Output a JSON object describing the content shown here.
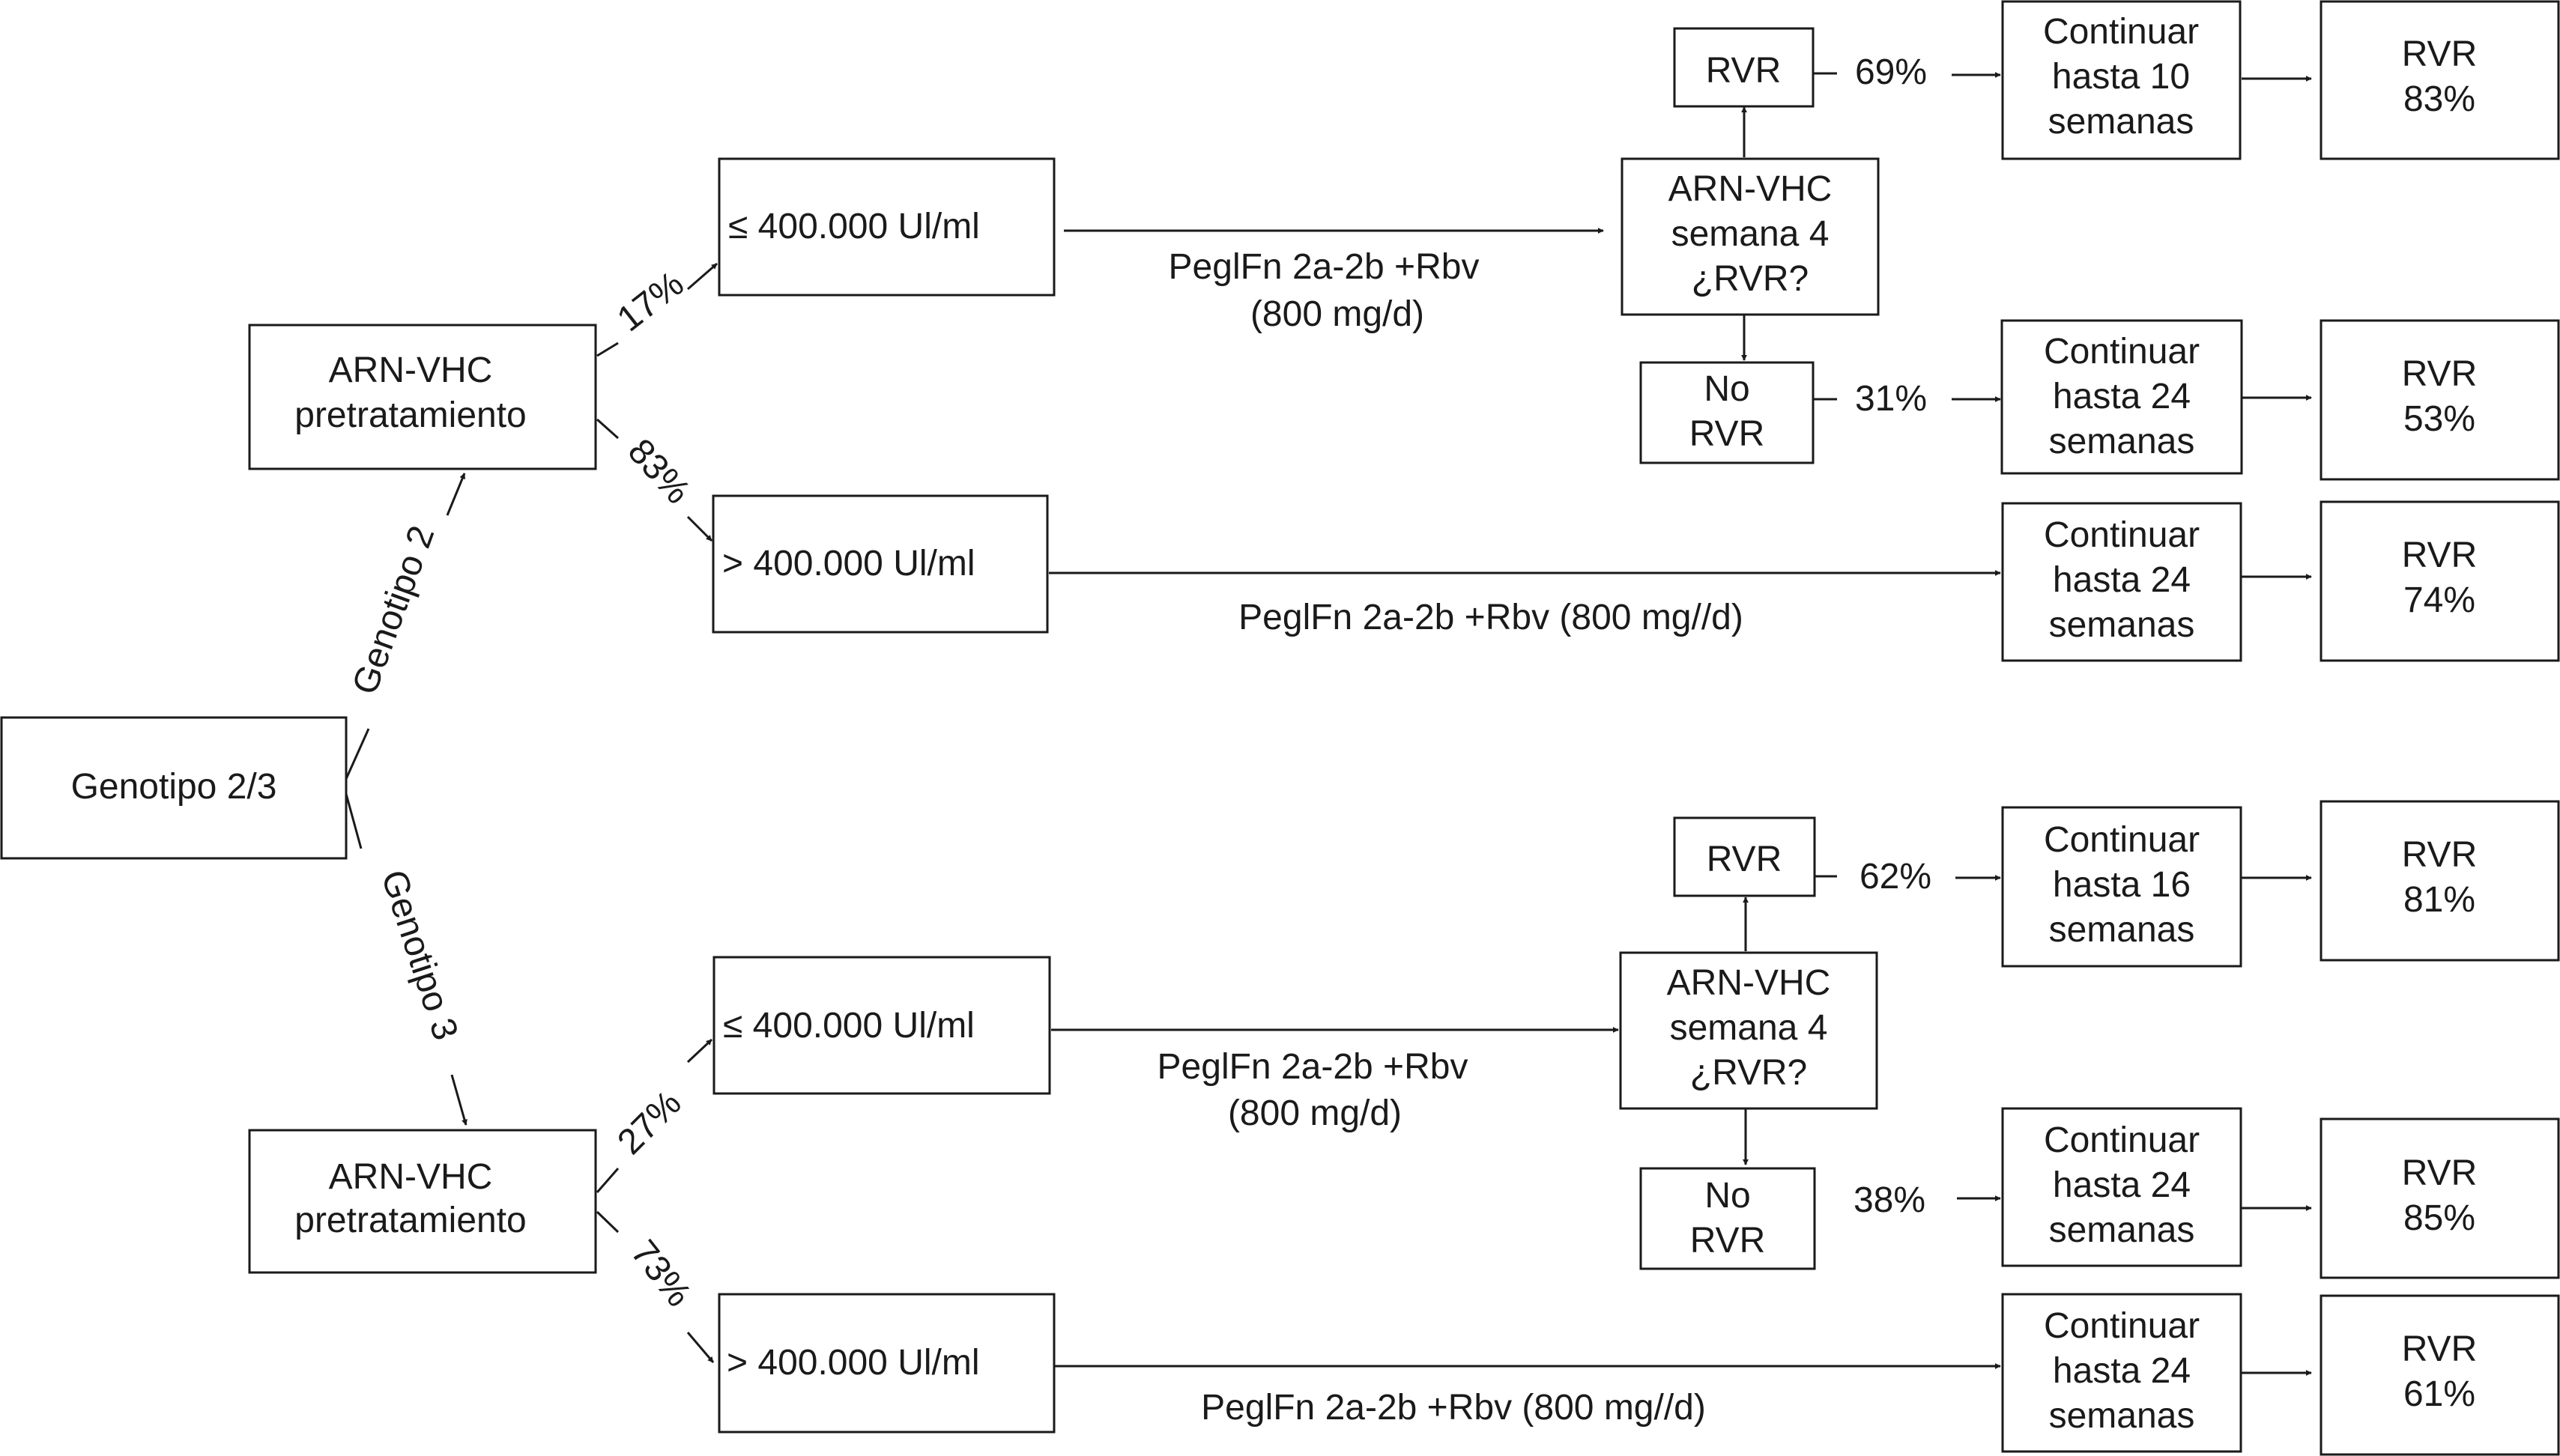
{
  "root": {
    "label": "Genotipo 2/3"
  },
  "branches": [
    {
      "genotype_label": "Genotipo 2",
      "pretreatment": [
        "ARN-VHC",
        "pretratamiento"
      ],
      "low": {
        "pct": "17%",
        "label": "≤ 400.000 Ul/ml",
        "therapy": [
          "PeglFn 2a-2b +Rbv",
          "(800 mg/d)"
        ],
        "week4": [
          "ARN-VHC",
          "semana 4",
          "¿RVR?"
        ],
        "rvr": {
          "label": [
            "RVR"
          ],
          "pct": "69%",
          "continue": [
            "Continuar",
            "hasta 10",
            "semanas"
          ],
          "outcome": [
            "RVR",
            "83%"
          ]
        },
        "no_rvr": {
          "label": [
            "No",
            "RVR"
          ],
          "pct": "31%",
          "continue": [
            "Continuar",
            "hasta 24",
            "semanas"
          ],
          "outcome": [
            "RVR",
            "53%"
          ]
        }
      },
      "high": {
        "pct": "83%",
        "label": "> 400.000 Ul/ml",
        "therapy": "PeglFn 2a-2b +Rbv (800 mg//d)",
        "continue": [
          "Continuar",
          "hasta 24",
          "semanas"
        ],
        "outcome": [
          "RVR",
          "74%"
        ]
      }
    },
    {
      "genotype_label": "Genotipo 3",
      "pretreatment": [
        "ARN-VHC",
        "pretratamiento"
      ],
      "low": {
        "pct": "27%",
        "label": "≤ 400.000 Ul/ml",
        "therapy": [
          "PeglFn 2a-2b +Rbv",
          "(800 mg/d)"
        ],
        "week4": [
          "ARN-VHC",
          "semana 4",
          "¿RVR?"
        ],
        "rvr": {
          "label": [
            "RVR"
          ],
          "pct": "62%",
          "continue": [
            "Continuar",
            "hasta 16",
            "semanas"
          ],
          "outcome": [
            "RVR",
            "81%"
          ]
        },
        "no_rvr": {
          "label": [
            "No",
            "RVR"
          ],
          "pct": "38%",
          "continue": [
            "Continuar",
            "hasta 24",
            "semanas"
          ],
          "outcome": [
            "RVR",
            "85%"
          ]
        }
      },
      "high": {
        "pct": "73%",
        "label": "> 400.000 Ul/ml",
        "therapy": "PeglFn 2a-2b +Rbv (800 mg//d)",
        "continue": [
          "Continuar",
          "hasta 24",
          "semanas"
        ],
        "outcome": [
          "RVR",
          "61%"
        ]
      }
    }
  ]
}
